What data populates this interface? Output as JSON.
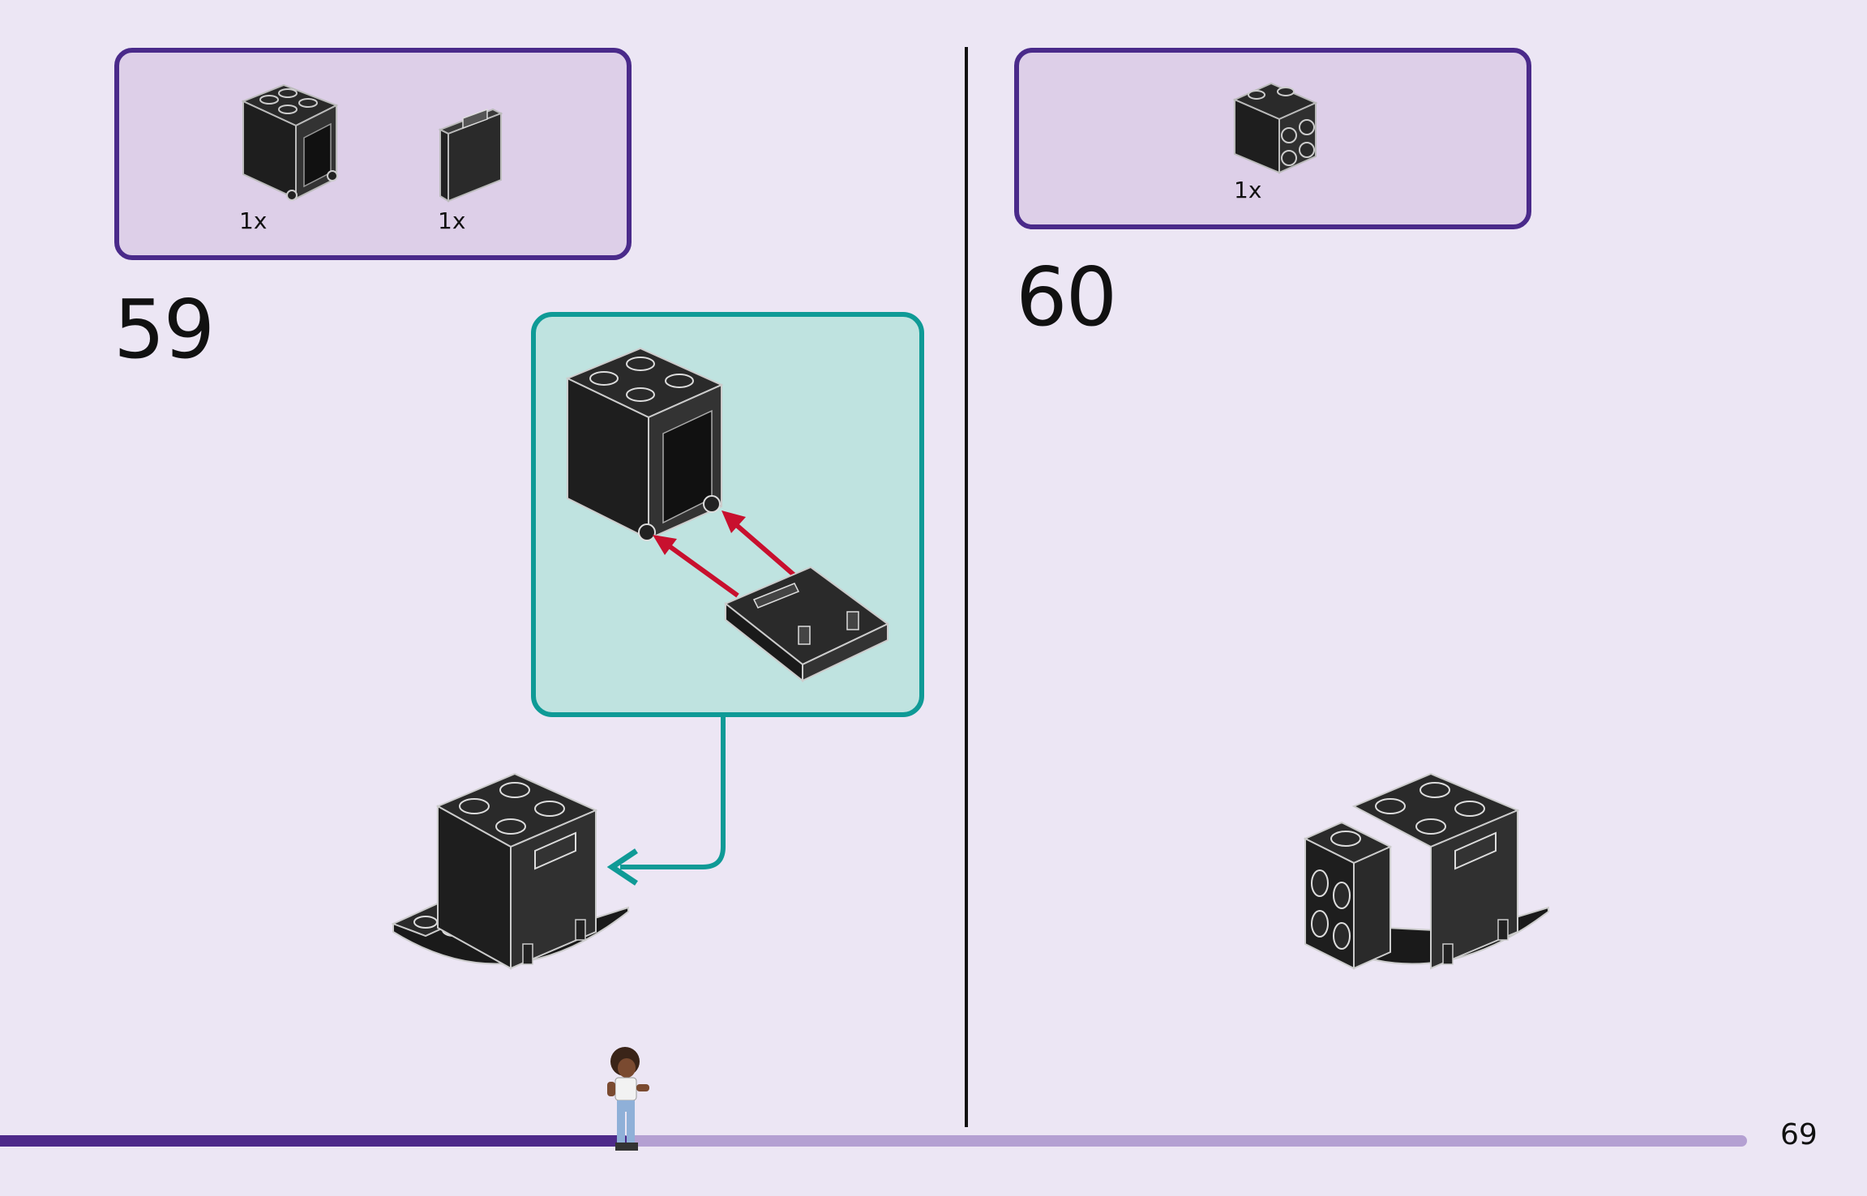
{
  "step_59": {
    "number": "59",
    "parts": [
      {
        "qty": "1x",
        "name": "container-2x2x2-icon"
      },
      {
        "qty": "1x",
        "name": "container-door-icon"
      }
    ]
  },
  "step_60": {
    "number": "60",
    "parts": [
      {
        "qty": "1x",
        "name": "brick-with-side-studs-icon"
      }
    ]
  },
  "progress": {
    "fraction": 0.36
  },
  "page_number": "69",
  "colors": {
    "background": "#ece6f4",
    "parts_box_border": "#4a2a8a",
    "parts_box_fill": "#ddcfe8",
    "callout_border": "#0f9a96",
    "callout_fill": "#bfe3e0",
    "arrow_red": "#c8102e",
    "progress_fill": "#4e2a8a",
    "progress_track": "#b4a0d2"
  }
}
